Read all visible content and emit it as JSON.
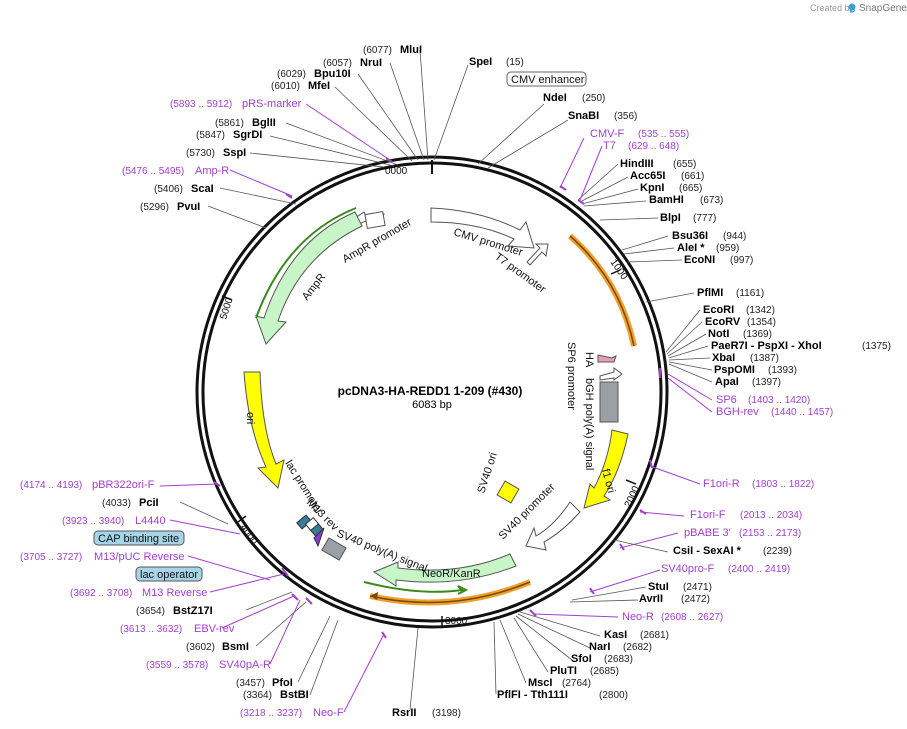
{
  "header": {
    "created_by": "Created by",
    "brand": "SnapGene"
  },
  "plasmid": {
    "name": "pcDNA3-HA-REDD1 1-209 (#430)",
    "size": "6083 bp"
  },
  "ticks": [
    "0000",
    "1000",
    "2000",
    "3000",
    "4000",
    "5000"
  ],
  "sites": [
    {
      "name": "MluI",
      "pos": "(6077)"
    },
    {
      "name": "NruI",
      "pos": "(6057)"
    },
    {
      "name": "Bpu10I",
      "pos": "(6029)"
    },
    {
      "name": "MfeI",
      "pos": "(6010)"
    },
    {
      "name": "BglII",
      "pos": "(5861)"
    },
    {
      "name": "SgrDI",
      "pos": "(5847)"
    },
    {
      "name": "SspI",
      "pos": "(5730)"
    },
    {
      "name": "ScaI",
      "pos": "(5406)"
    },
    {
      "name": "PvuI",
      "pos": "(5296)"
    },
    {
      "name": "SpeI",
      "pos": "(15)"
    },
    {
      "name": "NdeI",
      "pos": "(250)"
    },
    {
      "name": "SnaBI",
      "pos": "(356)"
    },
    {
      "name": "HindIII",
      "pos": "(655)"
    },
    {
      "name": "Acc65I",
      "pos": "(661)"
    },
    {
      "name": "KpnI",
      "pos": "(665)"
    },
    {
      "name": "BamHI",
      "pos": "(673)"
    },
    {
      "name": "BlpI",
      "pos": "(777)"
    },
    {
      "name": "Bsu36I",
      "pos": "(944)"
    },
    {
      "name": "AleI *",
      "pos": "(959)"
    },
    {
      "name": "EcoNI",
      "pos": "(997)"
    },
    {
      "name": "PflMI",
      "pos": "(1161)"
    },
    {
      "name": "EcoRI",
      "pos": "(1342)"
    },
    {
      "name": "EcoRV",
      "pos": "(1354)"
    },
    {
      "name": "NotI",
      "pos": "(1369)"
    },
    {
      "name": "PaeR7I - PspXI - XhoI",
      "pos": "(1375)"
    },
    {
      "name": "XbaI",
      "pos": "(1387)"
    },
    {
      "name": "PspOMI",
      "pos": "(1393)"
    },
    {
      "name": "ApaI",
      "pos": "(1397)"
    },
    {
      "name": "CsiI - SexAI *",
      "pos": "(2239)"
    },
    {
      "name": "StuI",
      "pos": "(2471)"
    },
    {
      "name": "AvrII",
      "pos": "(2472)"
    },
    {
      "name": "KasI",
      "pos": "(2681)"
    },
    {
      "name": "NarI",
      "pos": "(2682)"
    },
    {
      "name": "SfoI",
      "pos": "(2683)"
    },
    {
      "name": "PluTI",
      "pos": "(2685)"
    },
    {
      "name": "MscI",
      "pos": "(2764)"
    },
    {
      "name": "PflFI - Tth111I",
      "pos": "(2800)"
    },
    {
      "name": "RsrII",
      "pos": "(3198)"
    },
    {
      "name": "BstBI",
      "pos": "(3364)"
    },
    {
      "name": "PfoI",
      "pos": "(3457)"
    },
    {
      "name": "BsmI",
      "pos": "(3602)"
    },
    {
      "name": "BstZ17I",
      "pos": "(3654)"
    },
    {
      "name": "PciI",
      "pos": "(4033)"
    }
  ],
  "primers": [
    {
      "name": "pRS-marker",
      "pos": "(5893 .. 5912)"
    },
    {
      "name": "Amp-R",
      "pos": "(5476 .. 5495)"
    },
    {
      "name": "CMV-F",
      "pos": "(535 .. 555)"
    },
    {
      "name": "T7",
      "pos": "(629 .. 648)"
    },
    {
      "name": "SP6",
      "pos": "(1403 .. 1420)"
    },
    {
      "name": "BGH-rev",
      "pos": "(1440 .. 1457)"
    },
    {
      "name": "F1ori-R",
      "pos": "(1803 .. 1822)"
    },
    {
      "name": "F1ori-F",
      "pos": "(2013 .. 2034)"
    },
    {
      "name": "pBABE 3'",
      "pos": "(2153 .. 2173)"
    },
    {
      "name": "SV40pro-F",
      "pos": "(2400 .. 2419)"
    },
    {
      "name": "Neo-R",
      "pos": "(2608 .. 2627)"
    },
    {
      "name": "pBR322ori-F",
      "pos": "(4174 .. 4193)"
    },
    {
      "name": "L4440",
      "pos": "(3923 .. 3940)"
    },
    {
      "name": "M13/pUC Reverse",
      "pos": "(3705 .. 3727)"
    },
    {
      "name": "M13 Reverse",
      "pos": "(3692 .. 3708)"
    },
    {
      "name": "EBV-rev",
      "pos": "(3613 .. 3632)"
    },
    {
      "name": "SV40pA-R",
      "pos": "(3559 .. 3578)"
    },
    {
      "name": "Neo-F",
      "pos": "(3218 .. 3237)"
    }
  ],
  "boxed": {
    "cmv_enhancer": "CMV enhancer",
    "cap_site": "CAP binding site",
    "lac_operator": "lac operator"
  },
  "features": {
    "cmv_promoter": "CMV promoter",
    "t7_promoter": "T7 promoter",
    "ampr_promoter": "AmpR promoter",
    "ampr": "AmpR",
    "ori": "ori",
    "ha": "HA",
    "sp6_promoter": "SP6 promoter",
    "bgh": "bGH poly(A) signal",
    "f1_ori": "f1 ori",
    "sv40_ori": "SV40 ori",
    "sv40_promoter": "SV40 promoter",
    "neokanr": "NeoR/KanR",
    "sv40_polya": "SV40 poly(A) signal",
    "m13_rev": "M13 rev",
    "lac_promoter": "lac promoter"
  },
  "colors": {
    "primer": "#a23fcf",
    "ampr": "#c8f5c8",
    "ori": "#ffff00",
    "f1_ori": "#ffff00",
    "orange_orf": "#f0a030",
    "green_orf": "#3a8a1a"
  }
}
